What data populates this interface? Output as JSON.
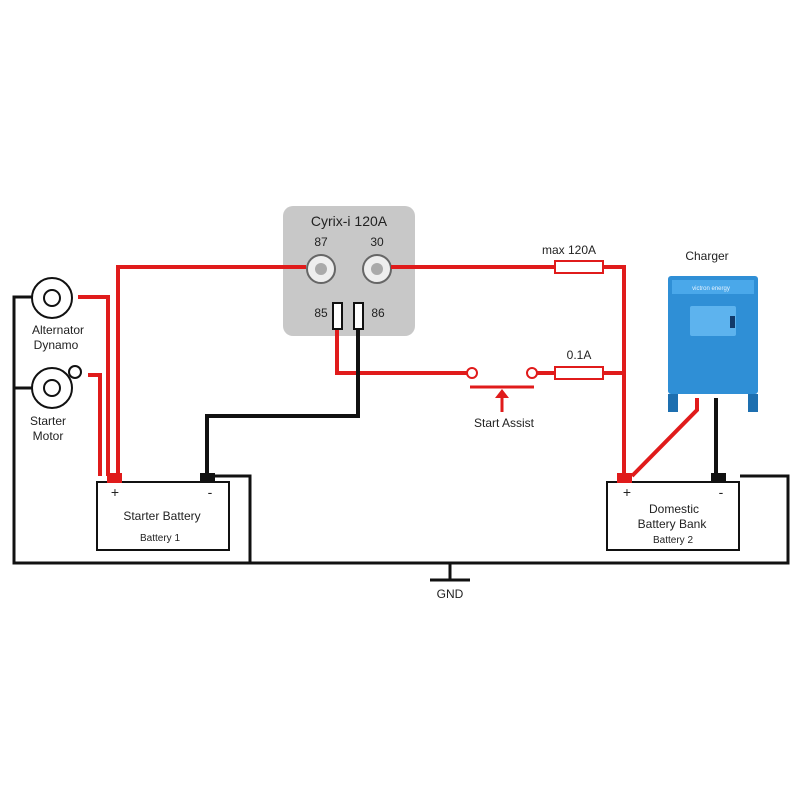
{
  "relay": {
    "title": "Cyrix-i 120A",
    "terminal_87": "87",
    "terminal_30": "30",
    "terminal_85": "85",
    "terminal_86": "86"
  },
  "fuses": {
    "main_label": "max 120A",
    "assist_label": "0.1A"
  },
  "switch": {
    "label": "Start Assist"
  },
  "charger": {
    "label": "Charger",
    "brand_text": "victron energy"
  },
  "alternator": {
    "label_line1": "Alternator",
    "label_line2": "Dynamo"
  },
  "starter_motor": {
    "label_line1": "Starter",
    "label_line2": "Motor"
  },
  "battery1": {
    "name": "Starter Battery",
    "sub": "Battery 1",
    "plus": "+",
    "minus": "-"
  },
  "battery2": {
    "name_line1": "Domestic",
    "name_line2": "Battery Bank",
    "sub": "Battery 2",
    "plus": "+",
    "minus": "-"
  },
  "ground": {
    "label": "GND"
  },
  "colors": {
    "positive_wire": "#e01b1b",
    "negative_wire": "#111111",
    "relay_body": "#c8c8c8",
    "charger_body": "#2f8fd6"
  }
}
